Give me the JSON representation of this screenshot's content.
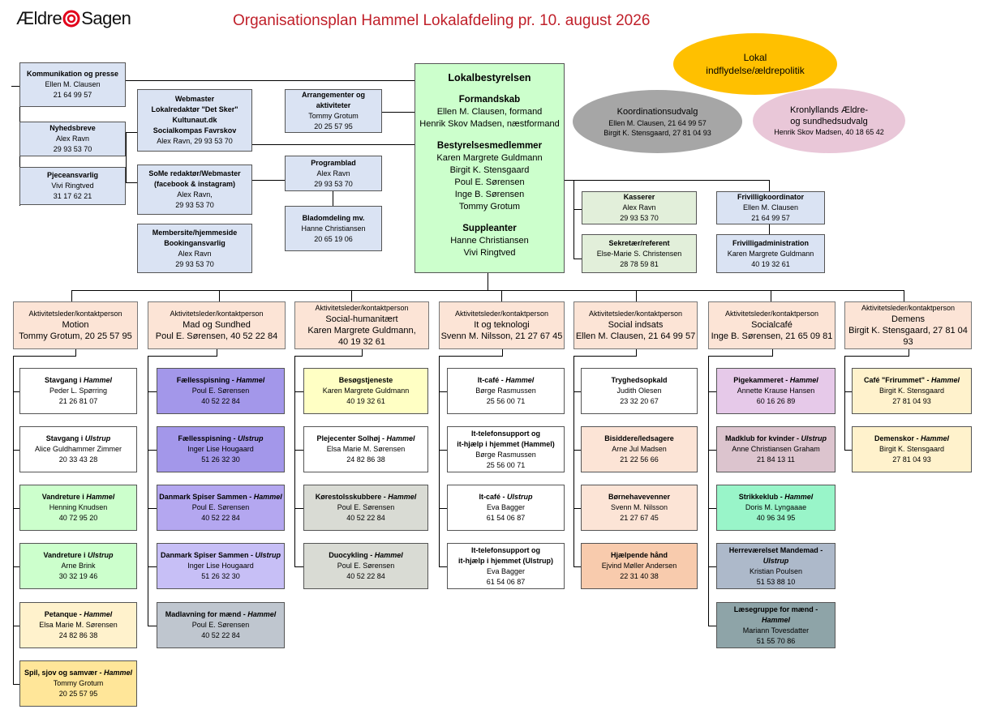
{
  "header": {
    "logo_text": "ÆldreSagen",
    "title": "Organisationsplan Hammel Lokalafdeling pr. 10. august 2026"
  },
  "colors": {
    "title": "#c0202a",
    "logo_red": "#e2001a",
    "lokal_oval": "#ffc000",
    "koord_oval": "#a6a6a6",
    "kron_oval": "#e9c7d8",
    "board": "#ccffcc"
  },
  "left_column": [
    {
      "title": "Kommunikation og presse",
      "name": "Ellen M. Clausen",
      "phone": "21 64 99 57"
    },
    {
      "title": "Nyhedsbreve",
      "name": "Alex Ravn",
      "phone": "29 93 53 70"
    },
    {
      "title": "Pjeceansvarlig",
      "name": "Vivi Ringtved",
      "phone": "31 17 62 21"
    }
  ],
  "mid_column": [
    {
      "lines": [
        "Webmaster",
        "Lokalredaktør \"Det Sker\"",
        "Kultunaut.dk",
        "Socialkompas Favrskov"
      ],
      "name": "Alex Ravn, 29 93 53 70"
    },
    {
      "lines": [
        "SoMe redaktør/Webmaster",
        "(facebook & instagram)"
      ],
      "name": "Alex Ravn,",
      "phone": "29 93 53 70"
    },
    {
      "lines": [
        "Membersite/hjemmeside",
        "Bookingansvarlig"
      ],
      "name": "Alex Ravn",
      "phone": "29 93 53 70"
    }
  ],
  "events_column": [
    {
      "lines": [
        "Arrangementer og",
        "aktiviteter"
      ],
      "name": "Tommy Grotum",
      "phone": "20 25 57 95"
    },
    {
      "lines": [
        "Programblad"
      ],
      "name": "Alex Ravn",
      "phone": "29 93 53 70"
    },
    {
      "lines": [
        "Bladomdeling mv."
      ],
      "name": "Hanne Christiansen",
      "phone": "20 65 19 06"
    }
  ],
  "board": {
    "title": "Lokalbestyrelsen",
    "chair_head": "Formandskab",
    "chair": [
      "Ellen M. Clausen, formand",
      "Henrik Skov Madsen, næstformand"
    ],
    "members_head": "Bestyrelsesmedlemmer",
    "members": [
      "Karen Margrete Guldmann",
      "Birgit K. Stensgaard",
      "Poul E. Sørensen",
      "Inge B. Sørensen",
      "Tommy Grotum"
    ],
    "alt_head": "Suppleanter",
    "alternates": [
      "Hanne Christiansen",
      "Vivi Ringtved"
    ]
  },
  "ovals": {
    "lokal": [
      "Lokal",
      "indflydelse/ældrepolitik"
    ],
    "koord": {
      "title": "Koordinationsudvalg",
      "lines": [
        "Ellen M. Clausen, 21 64 99 57",
        "Birgit K. Stensgaard, 27 81 04 93"
      ]
    },
    "kron": {
      "title": [
        "Kronlyllands Ældre-",
        "og sundhedsudvalg"
      ],
      "lines": [
        "Henrik Skov Madsen, 40 18 65 42"
      ]
    }
  },
  "admin": [
    {
      "title": "Kasserer",
      "name": "Alex Ravn",
      "phone": "29 93 53 70"
    },
    {
      "title": "Sekretær/referent",
      "name": "Else-Marie S. Christensen",
      "phone": "28 78 59 81"
    },
    {
      "title": "Frivilligkoordinator",
      "name": "Ellen M. Clausen",
      "phone": "21 64 99 57"
    },
    {
      "title": "Frivilligadministration",
      "name": "Karen Margrete Guldmann",
      "phone": "40 19 32 61"
    }
  ],
  "leaders": [
    {
      "role": "Aktivitetsleder/kontaktperson",
      "area": "Motion",
      "person": "Tommy Grotum, 20 25 57 95"
    },
    {
      "role": "Aktivitetsleder/kontaktperson",
      "area": "Mad og Sundhed",
      "person": "Poul E. Sørensen, 40 52 22 84"
    },
    {
      "role": "Aktivitetsleder/kontaktperson",
      "area": "Social-humanitært",
      "person": "Karen Margrete Guldmann,",
      "person2": "40 19 32 61"
    },
    {
      "role": "Aktivitetsleder/kontaktperson",
      "area": "It og teknologi",
      "person": "Svenn M. Nilsson, 21 27 67 45"
    },
    {
      "role": "Aktivitetsleder/kontaktperson",
      "area": "Social indsats",
      "person": "Ellen M. Clausen, 21 64 99 57"
    },
    {
      "role": "Aktivitetsleder/kontaktperson",
      "area": "Socialcafé",
      "person": "Inge B. Sørensen, 21 65 09 81"
    },
    {
      "role": "Aktivitetsleder/kontaktperson",
      "area": "Demens",
      "person": "Birgit K. Stensgaard, 27 81 04 93"
    }
  ],
  "activities": [
    [
      {
        "title": "Stavgang i ",
        "place": "Hammel",
        "name": "Peder L. Spørring",
        "phone": "21 26 81 07",
        "color": "white"
      },
      {
        "title": "Stavgang i ",
        "place": "Ulstrup",
        "name": "Alice Guldhammer Zimmer",
        "phone": "20 33 43 28",
        "color": "white"
      },
      {
        "title": "Vandreture i ",
        "place": "Hammel",
        "name": "Henning Knudsen",
        "phone": "40 72 95 20",
        "color": "lgreen"
      },
      {
        "title": "Vandreture i ",
        "place": "Ulstrup",
        "name": "Arne Brink",
        "phone": "30 32 19 46",
        "color": "lgreen"
      },
      {
        "title": "Petanque - ",
        "place": "Hammel",
        "name": "Elsa Marie M. Sørensen",
        "phone": "24 82 86 38",
        "color": "yellow"
      },
      {
        "title": "Spil, sjov og samvær - ",
        "place": "Hammel",
        "name": "Tommy Grotum",
        "phone": "20 25 57 95",
        "color": "gold"
      }
    ],
    [
      {
        "title": "Fællesspisning - ",
        "place": "Hammel",
        "name": "Poul E. Sørensen",
        "phone": "40 52 22 84",
        "color": "purple1"
      },
      {
        "title": "Fællesspisning - ",
        "place": "Ulstrup",
        "name": "Inger Lise Hougaard",
        "phone": "51 26 32 30",
        "color": "purple1"
      },
      {
        "title": "Danmark Spiser Sammen - ",
        "place": "Hammel",
        "name": "Poul E. Sørensen",
        "phone": "40 52 22 84",
        "color": "purple2"
      },
      {
        "title": "Danmark Spiser Sammen - ",
        "place": "Ulstrup",
        "name": "Inger Lise Hougaard",
        "phone": "51 26 32 30",
        "color": "purple3"
      },
      {
        "title": "Madlavning for mænd - ",
        "place": "Hammel",
        "name": "Poul E. Sørensen",
        "phone": "40 52 22 84",
        "color": "gray"
      }
    ],
    [
      {
        "title": "Besøgstjeneste",
        "place": "",
        "name": "Karen Margrete Guldmann",
        "phone": "40 19 32 61",
        "color": "lyellow"
      },
      {
        "title": "Plejecenter Solhøj - ",
        "place": "Hammel",
        "name": "Elsa Marie M. Sørensen",
        "phone": "24 82 86 38",
        "color": "white"
      },
      {
        "title": "Kørestolsskubbere - ",
        "place": "Hammel",
        "name": "Poul E. Sørensen",
        "phone": "40 52 22 84",
        "color": "lgray"
      },
      {
        "title": "Duocykling - ",
        "place": "Hammel",
        "name": "Poul E. Sørensen",
        "phone": "40 52 22 84",
        "color": "lgray"
      }
    ],
    [
      {
        "title": "It-café - ",
        "place": "Hammel",
        "name": "Børge Rasmussen",
        "phone": "25 56 00 71",
        "color": "white"
      },
      {
        "title": "It-telefonsupport og",
        "title2": "it-hjælp i hjemmet (Hammel)",
        "place": "",
        "name": "Børge Rasmussen",
        "phone": "25 56 00 71",
        "color": "white"
      },
      {
        "title": "It-café - ",
        "place": "Ulstrup",
        "name": "Eva Bagger",
        "phone": "61 54 06 87",
        "color": "white"
      },
      {
        "title": "It-telefonsupport og",
        "title2": "it-hjælp i hjemmet (Ulstrup)",
        "place": "",
        "name": "Eva Bagger",
        "phone": "61 54 06 87",
        "color": "white"
      }
    ],
    [
      {
        "title": "Tryghedsopkald",
        "place": "",
        "name": "Judith Olesen",
        "phone": "23 32 20 67",
        "color": "white"
      },
      {
        "title": "Bisiddere/ledsagere",
        "place": "",
        "name": "Arne Jul Madsen",
        "phone": "21 22 56 66",
        "color": "peach"
      },
      {
        "title": "Børnehavevenner",
        "place": "",
        "name": "Svenn M. Nilsson",
        "phone": "21 27  67 45",
        "color": "peach"
      },
      {
        "title": "Hjælpende hånd",
        "place": "",
        "name": "Ejvind Møller Andersen",
        "phone": "22 31 40 38",
        "color": "apricot"
      }
    ],
    [
      {
        "title": "Pigekammeret - ",
        "place": "Hammel",
        "name": "Annette Krause Hansen",
        "phone": "60 16 26 89",
        "color": "pink"
      },
      {
        "title": "Madklub for kvinder - ",
        "place": "Ulstrup",
        "name": "Anne Christiansen Graham",
        "phone": "21 84 13 11",
        "color": "mauve"
      },
      {
        "title": "Strikkeklub - ",
        "place": "Hammel",
        "name": "Doris M. Lyngaaae",
        "phone": "40 96 34 95",
        "color": "mint"
      },
      {
        "title": "Herreværelset Mandemad - ",
        "place": "Ulstrup",
        "name": "Kristian Poulsen",
        "phone": "51 53 88 10",
        "color": "slate"
      },
      {
        "title": "Læsegruppe for mænd - ",
        "place": "Hammel",
        "name": "Mariann Tovesdatter",
        "phone": "51 55 70 86",
        "color": "teal"
      }
    ],
    [
      {
        "title": "Café \"Frirummet\" - ",
        "place": "Hammel",
        "name": "Birgit K. Stensgaard",
        "phone": "27 81 04 93",
        "color": "yellow"
      },
      {
        "title": "Demenskor - ",
        "place": "Hammel",
        "name": "Birgit K. Stensgaard",
        "phone": "27 81 04 93",
        "color": "yellow"
      }
    ]
  ]
}
